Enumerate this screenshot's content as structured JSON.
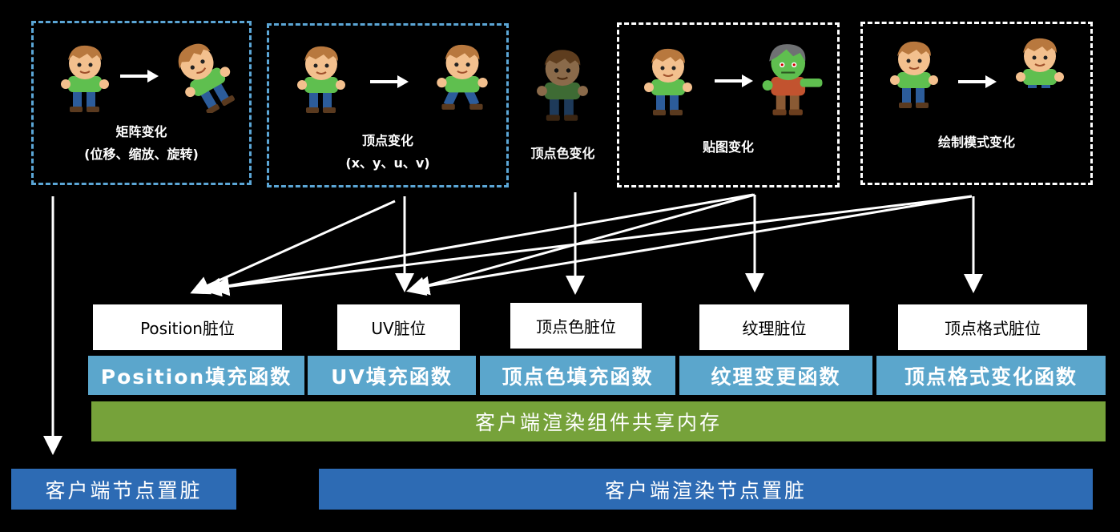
{
  "panels": [
    {
      "label1": "矩阵变化",
      "label2": "(位移、缩放、旋转)"
    },
    {
      "label1": "顶点变化",
      "label2": "(x、y、u、v)"
    },
    {
      "label1": "顶点色变化"
    },
    {
      "label1": "贴图变化"
    },
    {
      "label1": "绘制模式变化"
    }
  ],
  "dirty_flags": [
    "Position脏位",
    "UV脏位",
    "顶点色脏位",
    "纹理脏位",
    "顶点格式脏位"
  ],
  "fill_functions": [
    "Position填充函数",
    "UV填充函数",
    "顶点色填充函数",
    "纹理变更函数",
    "顶点格式变化函数"
  ],
  "shared_memory": "客户端渲染组件共享内存",
  "client_node_dirty": "客户端节点置脏",
  "render_node_dirty": "客户端渲染节点置脏",
  "colors": {
    "panel_blue_dash": "#5ba6d6",
    "function_blue": "#5ba6cc",
    "memory_green": "#76a23a",
    "node_navy": "#2d6bb4"
  }
}
